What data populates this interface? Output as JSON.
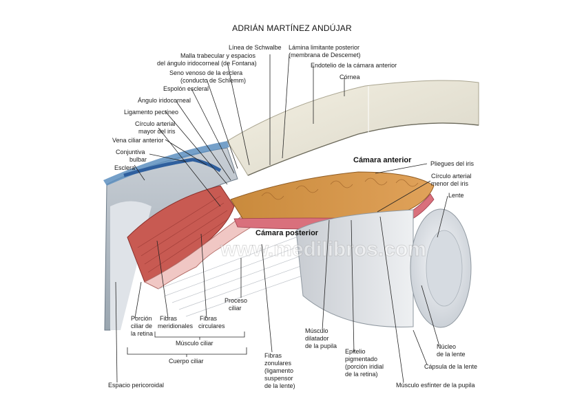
{
  "author": "ADRIÁN MARTÍNEZ ANDÚJAR",
  "watermark": "www.medilibros.com",
  "labels": {
    "linea_schwalbe": "Línea de Schwalbe",
    "malla_trabecular_1": "Malla trabecular y espacios",
    "malla_trabecular_2": "del ángulo iridocorneal (de Fontana)",
    "seno_venoso_1": "Seno venoso de la esclera",
    "seno_venoso_2": "(conducto de Schlemm)",
    "espolon": "Espolón escleral",
    "angulo": "Ángulo iridocorneal",
    "ligamento": "Ligamento pectíneo",
    "circulo_mayor_1": "Círculo arterial",
    "circulo_mayor_2": "mayor del iris",
    "vena_ciliar": "Vena ciliar anterior",
    "conjuntiva_1": "Conjuntiva",
    "conjuntiva_2": "bulbar",
    "esclera": "Esclera",
    "lamina_1": "Lámina limitante posterior",
    "lamina_2": "(membrana de Descemet)",
    "endotelio": "Endotelio de la cámara anterior",
    "cornea": "Córnea",
    "camara_anterior": "Cámara anterior",
    "pliegues": "Pliegues del iris",
    "circulo_menor_1": "Círculo arterial",
    "circulo_menor_2": "menor del iris",
    "lente": "Lente",
    "camara_posterior": "Cámara posterior",
    "proceso_1": "Proceso",
    "proceso_2": "ciliar",
    "porcion_1": "Porción",
    "porcion_2": "ciliar de",
    "porcion_3": "la retina",
    "fibras_mer_1": "Fibras",
    "fibras_mer_2": "meridionales",
    "fibras_cir_1": "Fibras",
    "fibras_cir_2": "circulares",
    "musculo_ciliar": "Músculo ciliar",
    "cuerpo_ciliar": "Cuerpo ciliar",
    "espacio": "Espacio pericoroidal",
    "fibras_zon_1": "Fibras",
    "fibras_zon_2": "zonulares",
    "fibras_zon_3": "(ligamento",
    "fibras_zon_4": "suspensor",
    "fibras_zon_5": "de la lente)",
    "dilatador_1": "Músculo",
    "dilatador_2": "dilatador",
    "dilatador_3": "de la pupila",
    "epitelio_1": "Epitelio",
    "epitelio_2": "pigmentado",
    "epitelio_3": "(porción iridial",
    "epitelio_4": "de la retina)",
    "esfinter": "Músculo esfínter de la pupila",
    "nucleo_1": "Núcleo",
    "nucleo_2": "de la lente",
    "capsula": "Cápsula de la lente"
  }
}
